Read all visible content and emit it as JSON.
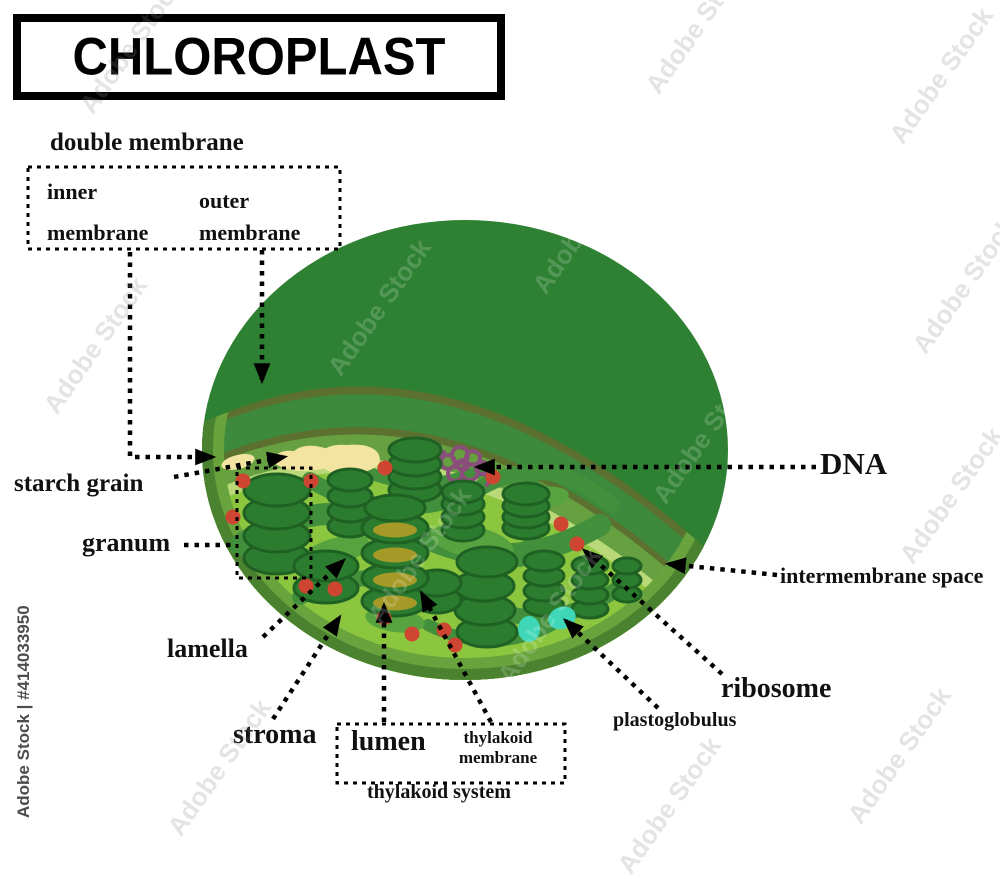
{
  "title": "CHLOROPLAST",
  "watermark": {
    "brand": "Adobe Stock",
    "vertical": "Adobe Stock | #414033950"
  },
  "labels": {
    "double_membrane": "double membrane",
    "inner_word": "inner",
    "inner_membrane_word": "membrane",
    "outer_word": "outer",
    "outer_membrane_word": "membrane",
    "starch_grain": "starch grain",
    "granum": "granum",
    "lamella": "lamella",
    "stroma": "stroma",
    "lumen": "lumen",
    "thylakoid_word": "thylakoid",
    "thylakoid_membrane_word": "membrane",
    "thylakoid_system": "thylakoid system",
    "dna": "DNA",
    "intermembrane_space": "intermembrane space",
    "ribosome": "ribosome",
    "plastoglobulus": "plastoglobulus"
  },
  "colors": {
    "outer_membrane_green": "#2e8032",
    "membrane_olive": "#5c7030",
    "intermembrane_green": "#3e8a3c",
    "inner_membrane_green": "#66a041",
    "pale_rim": "#b9d877",
    "stroma_green": "#8cc63f",
    "rim_inner": "#69a33d",
    "rim_outer": "#4a8230",
    "granum_fill": "#2c7c2f",
    "granum_stroke": "#1f6123",
    "lamella_green": "#42903c",
    "lamella_light": "#57a33f",
    "lumen_olive": "#a59a28",
    "starch_yellow": "#f4e4a2",
    "ribosome_red": "#ce4631",
    "plastoglobulus_cyan": "#3fd7b7",
    "dna_purple": "#8a4e7b",
    "leader_line": "#000000"
  }
}
